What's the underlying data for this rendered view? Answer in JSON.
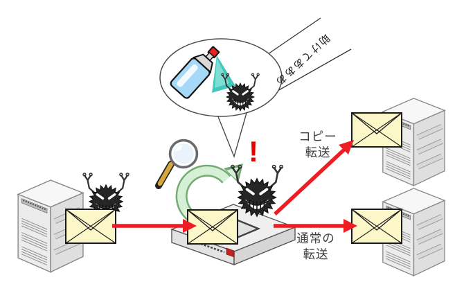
{
  "diagram": {
    "title_hint": "mail relay virus-scan illustration",
    "scream_text": "助けてあああ",
    "exclamation": "!",
    "copy_label": {
      "line1": "コピー",
      "line2": "転送"
    },
    "normal_label": {
      "line1": "通常の",
      "line2": "転送"
    },
    "colors": {
      "arrow_red": "#EE1C23",
      "envelope": "#FBF7C9",
      "virus": "#262626",
      "curved_arrow_fill": "#D5F0D5",
      "curved_arrow_outline": "#74AA74",
      "mist": "#38C4B8",
      "spray_body": "#A6D9F7",
      "nozzle_red": "#E32222",
      "label_text": "#3F3F3F",
      "exclamation_red": "#E80000",
      "server_gray": "#EFEFEF"
    },
    "icons": {
      "speech-bubble": "ellipse balloon with tail",
      "spray-can-icon": "tilted aerosol can",
      "mist-icon": "teal spray cone",
      "virus-icon": "black spiky virus with grin and pincer arms",
      "scream-lines": "shout wedge to top-right corner",
      "magnifier-icon": "magnifying glass",
      "exclamation-mark": "red !",
      "curved-arrow-icon": "green swirl arrow",
      "envelope-icon": "yellow sealed envelope",
      "router-appliance-icon": "flat gray relay appliance",
      "server-icon": "isometric tower server",
      "red-arrow": "thick red flow arrow"
    }
  }
}
